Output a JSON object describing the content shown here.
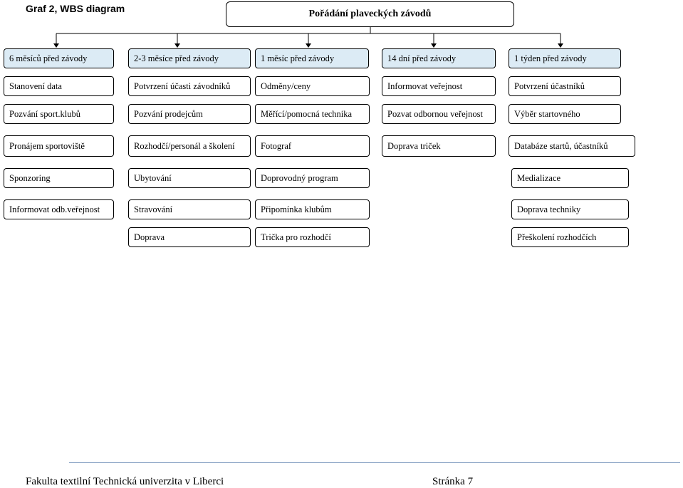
{
  "caption": "Graf 2, WBS diagram",
  "root": "Pořádání plaveckých závodů",
  "columns": [
    {
      "header": "6 měsíců před závody",
      "items": [
        "Stanovení data",
        "Pozvání sport.klubů",
        "Pronájem sportoviště",
        "Sponzoring",
        "Informovat odb.veřejnost"
      ]
    },
    {
      "header": "2-3 měsíce před závody",
      "items": [
        "Potvrzení účasti závodníků",
        "Pozvání prodejcům",
        "Rozhodčí/personál a školení",
        "Ubytování",
        "Stravování",
        "Doprava"
      ]
    },
    {
      "header": "1 měsíc před závody",
      "items": [
        "Odměny/ceny",
        "Měřící/pomocná technika",
        "Fotograf",
        "Doprovodný program",
        "Připomínka klubům",
        "Trička pro rozhodčí"
      ]
    },
    {
      "header": "14 dní před závody",
      "items": [
        "Informovat veřejnost",
        "Pozvat odbornou veřejnost",
        "Doprava triček"
      ]
    },
    {
      "header": "1 týden před závody",
      "items": [
        "Potvrzení účastníků",
        "Výběr startovného",
        "Databáze startů, účastníků",
        "Medializace",
        "Doprava techniky",
        "Přeškolení rozhodčích"
      ]
    }
  ],
  "footer": {
    "left": "Fakulta textilní Technická univerzita v Liberci",
    "right": "Stránka 7"
  }
}
